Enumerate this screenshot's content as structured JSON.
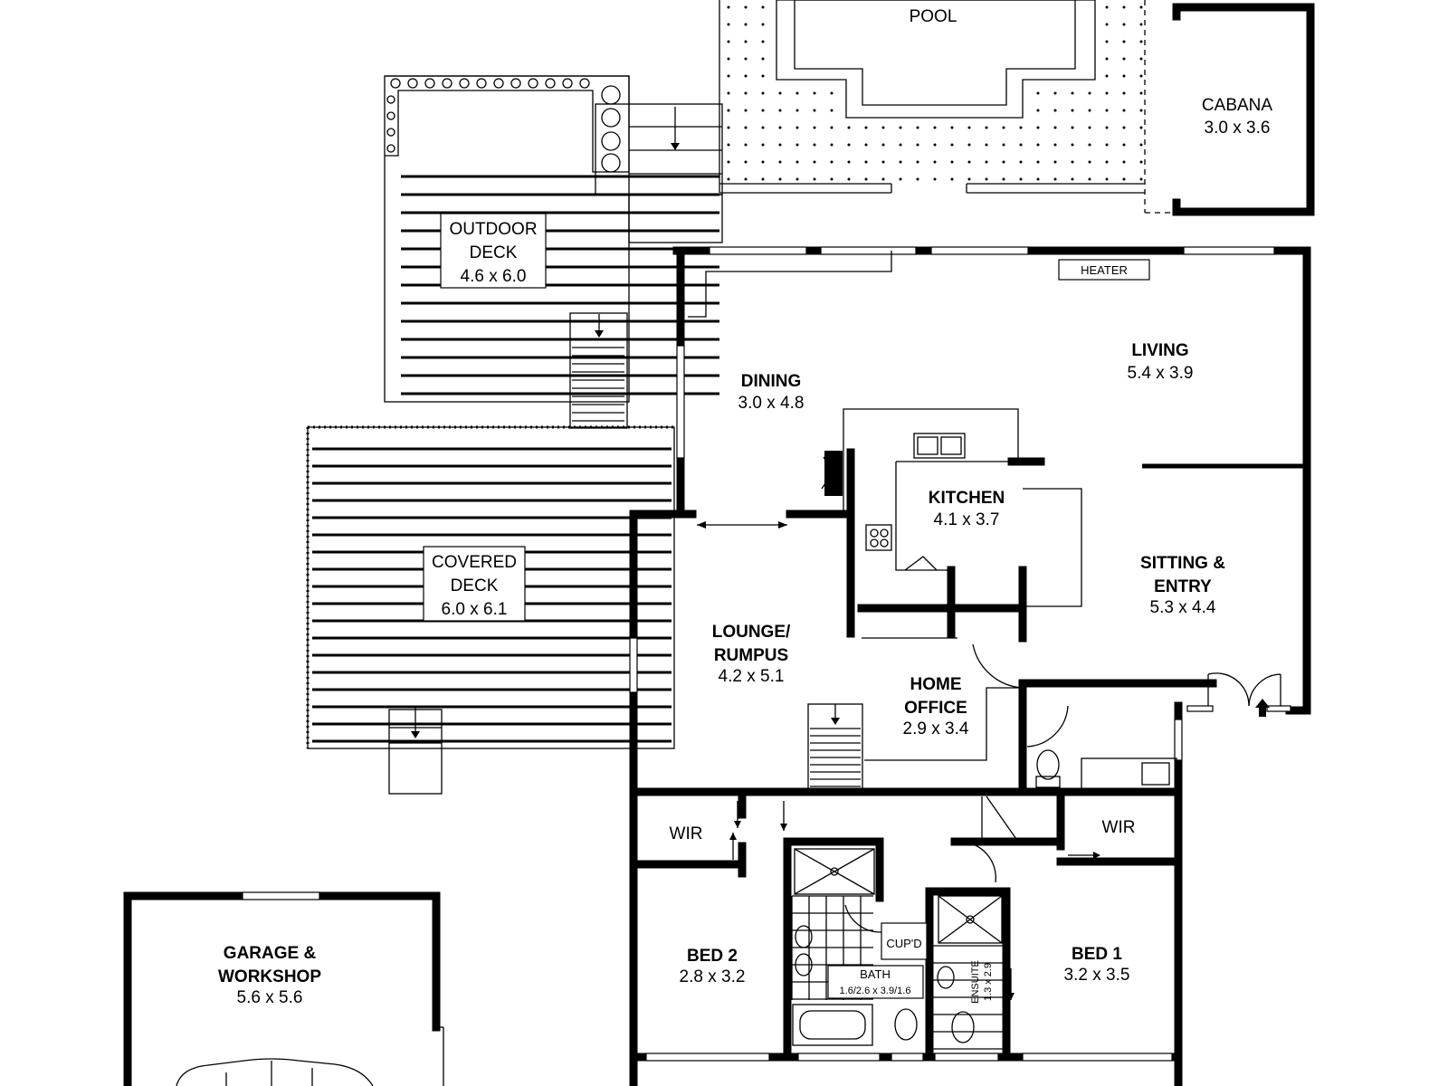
{
  "rooms": {
    "pool": {
      "name": "POOL"
    },
    "cabana": {
      "name": "CABANA",
      "size": "3.0 x 3.6"
    },
    "outdoor_deck": {
      "line1": "OUTDOOR",
      "line2": "DECK",
      "size": "4.6 x 6.0"
    },
    "covered_deck": {
      "line1": "COVERED",
      "line2": "DECK",
      "size": "6.0 x 6.1"
    },
    "dining": {
      "name": "DINING",
      "size": "3.0 x 4.8"
    },
    "living": {
      "name": "LIVING",
      "size": "5.4 x 3.9"
    },
    "kitchen": {
      "name": "KITCHEN",
      "size": "4.1 x 3.7"
    },
    "sitting_entry": {
      "line1": "SITTING &",
      "line2": "ENTRY",
      "size": "5.3 x 4.4"
    },
    "lounge_rumpus": {
      "line1": "LOUNGE/",
      "line2": "RUMPUS",
      "size": "4.2 x 5.1"
    },
    "home_office": {
      "line1": "HOME",
      "line2": "OFFICE",
      "size": "2.9 x 3.4"
    },
    "wir_left": {
      "name": "WIR"
    },
    "wir_right": {
      "name": "WIR"
    },
    "bed2": {
      "name": "BED 2",
      "size": "2.8 x 3.2"
    },
    "bed1": {
      "name": "BED 1",
      "size": "3.2 x 3.5"
    },
    "bath": {
      "name": "BATH",
      "size": "1.6/2.6 x 3.9/1.6"
    },
    "ensuite": {
      "name": "ENSUITE",
      "size": "1.3 x 2.9"
    },
    "cupd": {
      "name": "CUP'D"
    },
    "garage": {
      "line1": "GARAGE &",
      "line2": "WORKSHOP",
      "size": "5.6 x 5.6"
    }
  },
  "fixtures": {
    "heater": "HEATER"
  }
}
